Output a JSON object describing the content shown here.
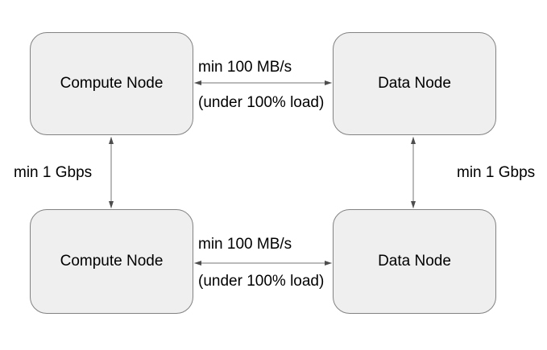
{
  "diagram": {
    "title": "",
    "colors": {
      "background": "#ffffff",
      "node_fill": "#efefef",
      "node_border": "#828282",
      "arrow": "#666666",
      "text": "#000000"
    },
    "nodes": [
      {
        "id": "compute-node-top",
        "label": "Compute Node"
      },
      {
        "id": "data-node-top",
        "label": "Data Node"
      },
      {
        "id": "compute-node-bottom",
        "label": "Compute Node"
      },
      {
        "id": "data-node-bottom",
        "label": "Data Node"
      }
    ],
    "edges": [
      {
        "id": "top-horizontal-link",
        "from": "compute-node-top",
        "to": "data-node-top",
        "direction": "bidirectional",
        "label_line1": "min 100 MB/s",
        "label_line2": "(under 100% load)"
      },
      {
        "id": "bottom-horizontal-link",
        "from": "compute-node-bottom",
        "to": "data-node-bottom",
        "direction": "bidirectional",
        "label_line1": "min 100 MB/s",
        "label_line2": "(under 100% load)"
      },
      {
        "id": "left-vertical-link",
        "from": "compute-node-top",
        "to": "compute-node-bottom",
        "direction": "bidirectional",
        "label": "min 1 Gbps"
      },
      {
        "id": "right-vertical-link",
        "from": "data-node-top",
        "to": "data-node-bottom",
        "direction": "bidirectional",
        "label": "min 1 Gbps"
      }
    ]
  }
}
